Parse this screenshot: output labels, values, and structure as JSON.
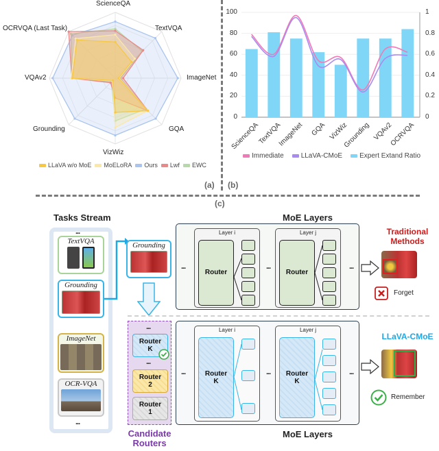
{
  "panels": {
    "a_label": "(a)",
    "b_label": "(b)",
    "c_label": "(c)"
  },
  "chart_data": [
    {
      "type": "radar",
      "title": "",
      "axes": [
        "ScienceQA",
        "TextVQA",
        "ImageNet",
        "GQA",
        "VizWiz",
        "Grounding",
        "VQAv2",
        "OCRVQA (Last Task)"
      ],
      "range": [
        0,
        100
      ],
      "series": [
        {
          "name": "LLaVA w/o MoE",
          "color": "#f7c844",
          "values": [
            55,
            35,
            5,
            70,
            52,
            5,
            65,
            82
          ]
        },
        {
          "name": "MoELoRA",
          "color": "#fbe7a8",
          "values": [
            66,
            42,
            6,
            70,
            75,
            6,
            67,
            85
          ]
        },
        {
          "name": "Ours",
          "color": "#a9c4ee",
          "values": [
            86,
            86,
            95,
            87,
            87,
            87,
            95,
            92
          ]
        },
        {
          "name": "Lwf",
          "color": "#e88a8a",
          "values": [
            72,
            60,
            12,
            70,
            30,
            10,
            66,
            100
          ]
        },
        {
          "name": "EWC",
          "color": "#b7d8a8",
          "values": [
            75,
            58,
            8,
            66,
            65,
            8,
            65,
            95
          ]
        }
      ],
      "legend_position": "bottom"
    },
    {
      "type": "bar+line",
      "title": "",
      "categories": [
        "ScienceQA",
        "TextVQA",
        "ImageNet",
        "GQA",
        "VizWiz",
        "Grounding",
        "VQAv2",
        "OCRVQA"
      ],
      "ylim": [
        0,
        100
      ],
      "y_ticks": [
        0,
        20,
        40,
        60,
        80,
        100
      ],
      "y2lim": [
        0,
        1
      ],
      "y2_ticks": [
        "0",
        "0.2",
        "0.4",
        "0.6",
        "0.8",
        "1"
      ],
      "series": [
        {
          "name": "Immediate",
          "type": "line",
          "axis": "left",
          "color": "#f07ab8",
          "values": [
            79,
            60,
            97,
            54,
            57,
            26,
            65,
            62
          ]
        },
        {
          "name": "LLaVA-CMoE",
          "type": "line",
          "axis": "left",
          "color": "#a98bf0",
          "values": [
            77,
            58,
            95,
            49,
            55,
            24,
            56,
            59
          ]
        },
        {
          "name": "Expert Extand Ratio",
          "type": "bar",
          "axis": "right",
          "color": "#7fd6f7",
          "values": [
            0.65,
            0.81,
            0.75,
            0.62,
            0.5,
            0.75,
            0.75,
            0.84
          ]
        }
      ],
      "legend_position": "bottom",
      "grid": true
    }
  ],
  "diagram": {
    "tasks_stream_title": "Tasks Stream",
    "ellipsis": "...",
    "tasks": [
      {
        "label": "TextVQA",
        "border": "#a8d49a"
      },
      {
        "label": "Grounding",
        "border": "#39b4e6"
      },
      {
        "label": "ImageNet",
        "border": "#d4b44a"
      },
      {
        "label": "OCR-VQA",
        "border": "#c8c8c8"
      }
    ],
    "current_task": "Grounding",
    "moe_layers_title": "MoE Layers",
    "layer_i": "Layer i",
    "layer_j": "Layer j",
    "router_label": "Router",
    "router_k_label": "Router\nK",
    "candidate_routers_title": "Candidate\nRouters",
    "candidate_routers": [
      {
        "label": "Router\nK",
        "fill": "#d5e8f7",
        "border": "#39b4e6",
        "selected": true
      },
      {
        "label": "Router\n2",
        "fill": "#fbe7a8",
        "border": "#d4a83a",
        "selected": false
      },
      {
        "label": "Router\n1",
        "fill": "#e6e6e6",
        "border": "#aaaaaa",
        "selected": false
      }
    ],
    "traditional_title": "Traditional\nMethods",
    "traditional_color": "#c81e1e",
    "forget_label": "Forget",
    "cmoe_title": "LLaVA-CMoE",
    "cmoe_color": "#1ea8e6",
    "remember_label": "Remember"
  }
}
